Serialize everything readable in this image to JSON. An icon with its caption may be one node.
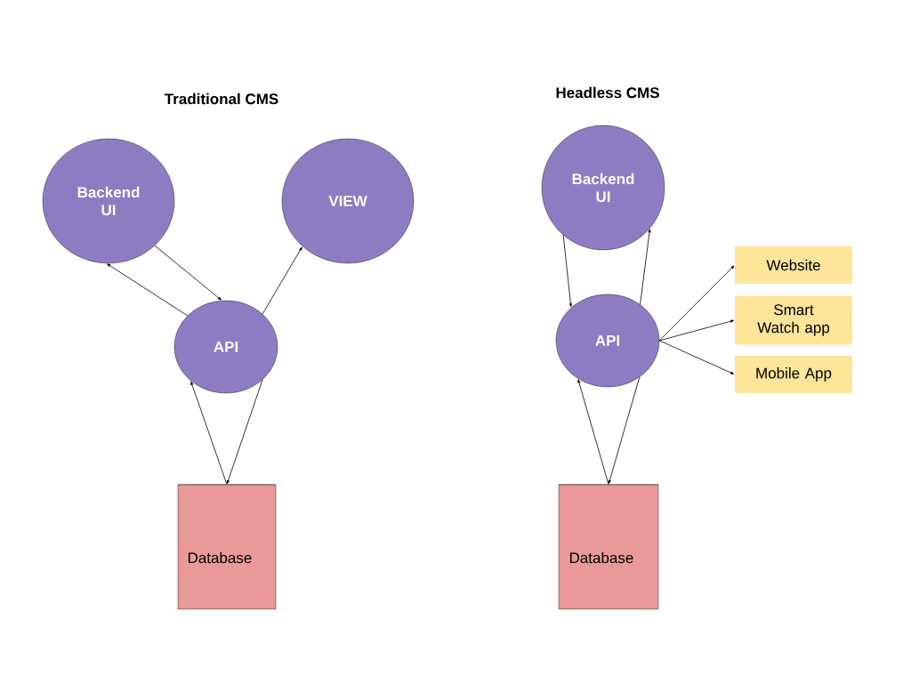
{
  "diagram": {
    "nodes": [
      {
        "text": [
          "Backend UI"
        ]
      },
      {
        "text": [
          "VIEW"
        ]
      },
      {
        "text": [
          "API"
        ]
      },
      {
        "text": [
          "Database"
        ]
      },
      {
        "text": [
          "Backend UI"
        ]
      },
      {
        "text": [
          "API"
        ]
      },
      {
        "text": [
          "Database"
        ]
      },
      {
        "text": [
          "Website"
        ]
      },
      {
        "text": [
          "Smart Watch app"
        ]
      },
      {
        "text": [
          "Mobile App"
        ]
      }
    ],
    "edges": [
      {
        "from": 0,
        "to": 2,
        "arrow": "to"
      },
      {
        "from": 2,
        "to": 0,
        "arrow": "to"
      },
      {
        "from": 2,
        "to": 1,
        "arrow": "to"
      },
      {
        "from": 3,
        "to": 2,
        "arrow": "to"
      },
      {
        "from": 2,
        "to": 3,
        "arrow": "to"
      },
      {
        "from": 4,
        "to": 5,
        "arrow": "to"
      },
      {
        "from": 5,
        "to": 4,
        "arrow": "to"
      },
      {
        "from": 6,
        "to": 5,
        "arrow": "to"
      },
      {
        "from": 5,
        "to": 6,
        "arrow": "to"
      },
      {
        "from": 5,
        "to": 7,
        "arrow": "to"
      },
      {
        "from": 5,
        "to": 8,
        "arrow": "to"
      },
      {
        "from": 5,
        "to": 9,
        "arrow": "to"
      }
    ],
    "labels": [
      "Traditional CMS",
      "Headless CMS"
    ]
  }
}
